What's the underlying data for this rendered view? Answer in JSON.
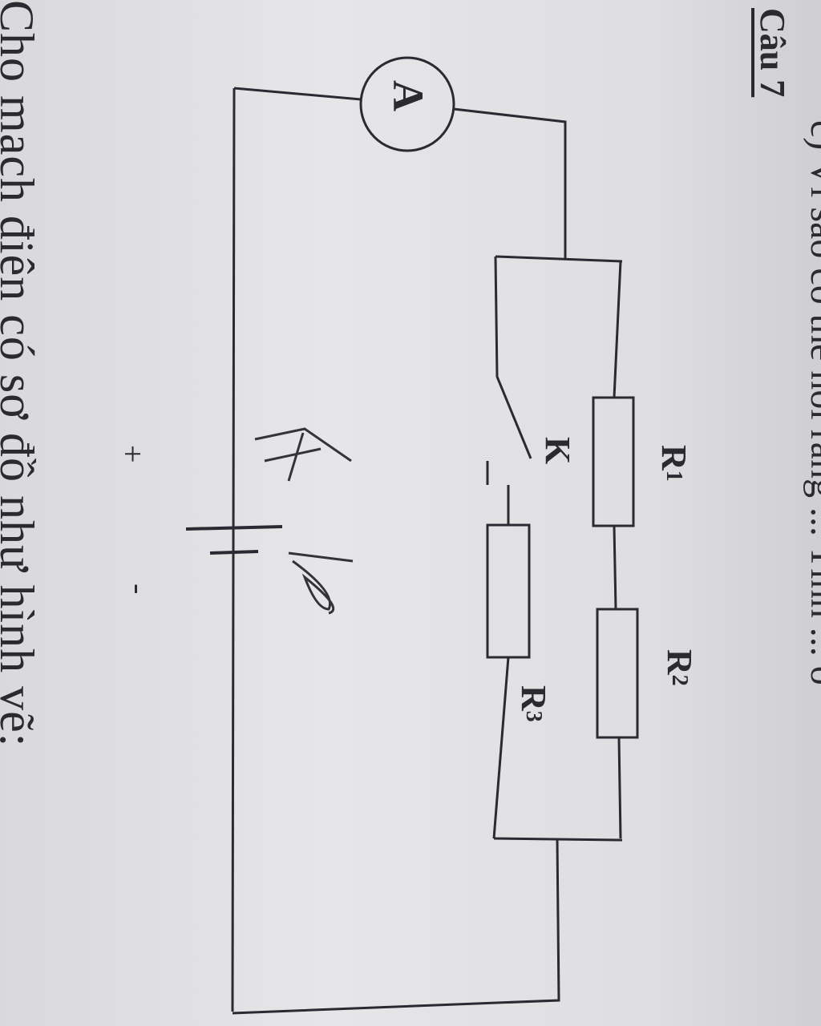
{
  "header": {
    "question_label": "Câu 7",
    "cutoff_previous_text": "c) Vì sao có thể nói rằng ... Tính ... ở"
  },
  "prompt": "Cho mạch điện có sơ đồ như hình vẽ:",
  "diagram": {
    "ammeter_label": "A",
    "switch_label": "K",
    "resistors": [
      "R1",
      "R2",
      "R3"
    ],
    "resistor_labels": {
      "r1": "R",
      "r1_sub": "1",
      "r2": "R",
      "r2_sub": "2",
      "r3": "R",
      "r3_sub": "3"
    },
    "battery_plus": "+",
    "battery_minus": "-",
    "handwritten_points": [
      "A",
      "B"
    ]
  }
}
